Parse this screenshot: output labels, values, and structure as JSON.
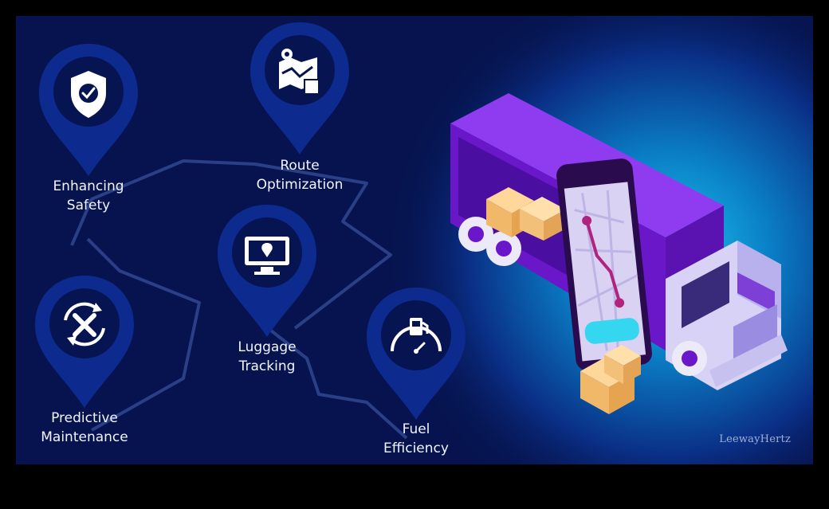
{
  "features": [
    {
      "id": "enhancing-safety",
      "icon": "shield-check-icon",
      "lines": [
        "Enhancing",
        "Safety"
      ]
    },
    {
      "id": "route-optimization",
      "icon": "route-map-icon",
      "lines": [
        "Route",
        "Optimization"
      ]
    },
    {
      "id": "luggage-tracking",
      "icon": "monitor-location-icon",
      "lines": [
        "Luggage",
        "Tracking"
      ]
    },
    {
      "id": "predictive-maintenance",
      "icon": "maintenance-cycle-icon",
      "lines": [
        "Predictive",
        "Maintenance"
      ]
    },
    {
      "id": "fuel-efficiency",
      "icon": "fuel-gauge-icon",
      "lines": [
        "Fuel",
        "Efficiency"
      ]
    }
  ],
  "illustration": {
    "truck_icon": "delivery-truck-icon",
    "phone_icon": "phone-map-icon",
    "box_icon": "package-box-icon"
  },
  "branding": {
    "watermark": "LeewayHertz"
  },
  "colors": {
    "background": "#06134e",
    "pin": "#0d2a8f",
    "pin_inner": "#061452",
    "truck": "#7a1fd8",
    "cyan_glow": "#11b7e6"
  }
}
